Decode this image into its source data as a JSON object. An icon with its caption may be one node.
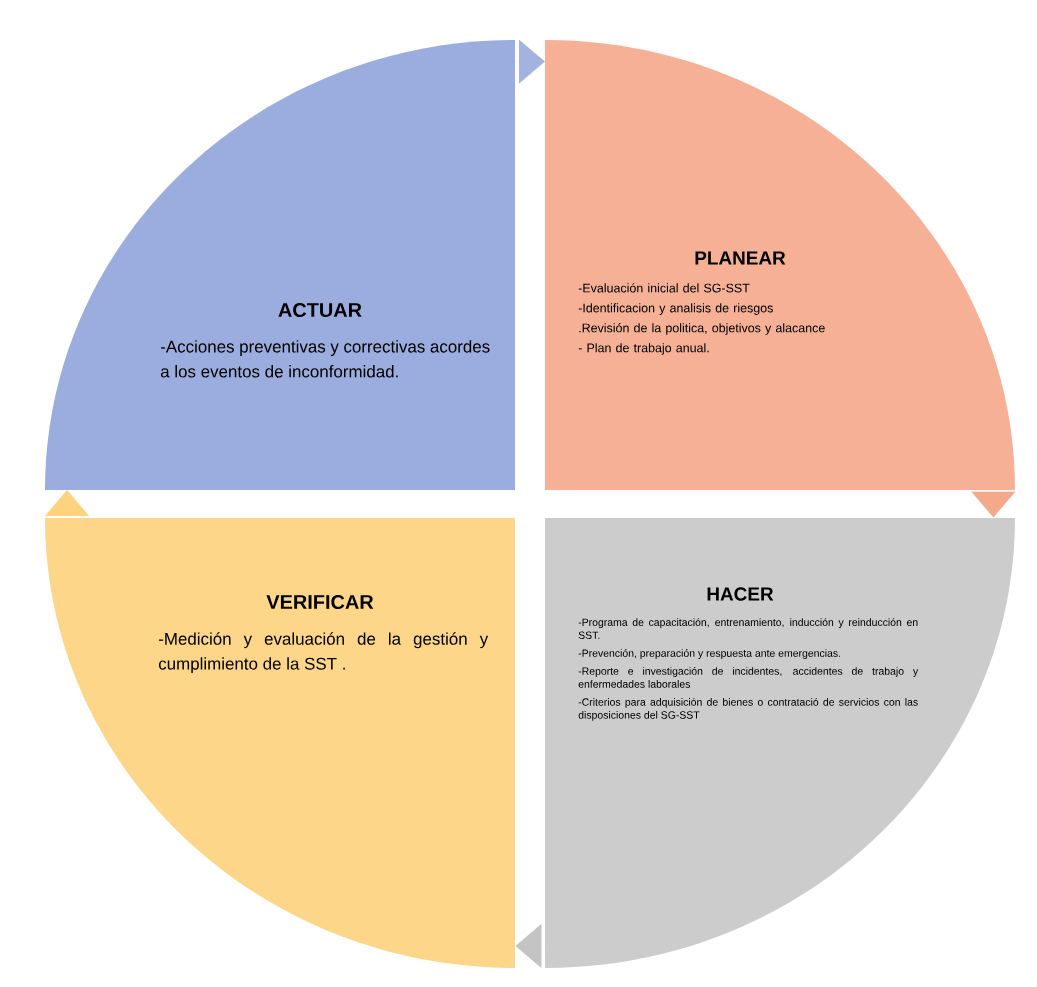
{
  "diagram": {
    "nodes": [
      {
        "text": [
          "ACTUAR",
          "-Acciones preventivas y correctivas acordes a los eventos de inconformidad."
        ]
      },
      {
        "text": [
          "PLANEAR",
          "-Evaluación inicial del SG-SST",
          "-Identificacion y analisis de riesgos",
          ".Revisión de la politica, objetivos y alacance",
          "- Plan de trabajo anual."
        ]
      },
      {
        "text": [
          "HACER",
          "-Programa de capacitación, entrenamiento, inducción y reinducción en SST.",
          "-Prevención, preparación y respuesta ante emergencias.",
          "-Reporte e investigación de incidentes, accidentes de trabajo y enfermedades laborales",
          "-Criterios para adquisición de bienes o contratació de servicios con las disposiciones del SG-SST"
        ]
      },
      {
        "text": [
          "VERIFICAR",
          "-Medición y evaluación de la gestión y cumplimiento de la SST ."
        ]
      }
    ],
    "edges": [
      {
        "from": 0,
        "to": 1,
        "arrow": "to",
        "color": "#a3b3e0"
      },
      {
        "from": 1,
        "to": 2,
        "arrow": "to",
        "color": "#f4a98a"
      },
      {
        "from": 2,
        "to": 3,
        "arrow": "to",
        "color": "#c4c4c4"
      },
      {
        "from": 3,
        "to": 0,
        "arrow": "to",
        "color": "#fdd37d"
      }
    ]
  }
}
